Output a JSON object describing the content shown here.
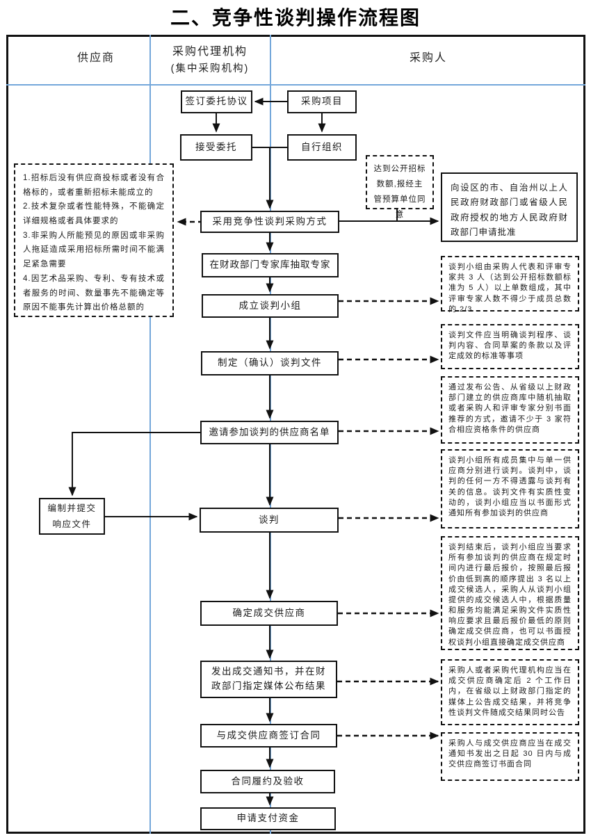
{
  "title": "二、竞争性谈判操作流程图",
  "header": {
    "supplier": "供应商",
    "agency_line1": "采购代理机构",
    "agency_line2": "(集中采购机构)",
    "purchaser": "采购人"
  },
  "colors": {
    "divider_blue": "#74a7da",
    "line_black": "#111111"
  },
  "flow": {
    "sign_agreement": "签订委托协议",
    "procurement_project": "采购项目",
    "accept_entrust": "接受委托",
    "self_organize": "自行组织",
    "adopt_method": "采用竞争性谈判采购方式",
    "extract_experts": "在财政部门专家库抽取专家",
    "form_group": "成立谈判小组",
    "make_documents": "制定（确认）谈判文件",
    "invite_suppliers": "邀请参加谈判的供应商名单",
    "negotiate": "谈判",
    "determine_supplier": "确定成交供应商",
    "issue_notice": "发出成交通知书，并在财政部门指定媒体公布结果",
    "sign_contract": "与成交供应商签订合同",
    "contract_performance": "合同履约及验收",
    "apply_payment": "申请支付资金",
    "prepare_response": "编制并提交响应文件"
  },
  "notes": {
    "threshold": "达到公开招标数额,报经主管预算单位同意",
    "approval": "向设区的市、自治州以上人民政府财政部门或省级人民政府授权的地方人民政府财政部门申请批准",
    "conditions": [
      "1.招标后没有供应商投标或者没有合格标的，或者重新招标未能成立的",
      "2.技术复杂或者性能特殊，不能确定详细规格或者具体要求的",
      "3.非采购人所能预见的原因或非采购人拖延造成采用招标所需时间不能满足紧急需要",
      "4.因艺术品采购、专利、专有技术或者服务的时间、数量事先不能确定等原因不能事先计算出价格总额的"
    ],
    "panel_composition": "谈判小组由采购人代表和评审专家共 3 人（达到公开招标数额标准为 5 人）以上单数组成，其中评审专家人数不得少于成员总数的 2/3",
    "doc_requirements": "谈判文件应当明确谈判程序、谈判内容、合同草案的条款以及评定成效的标准等事项",
    "invitation_method": "通过发布公告、从省级以上财政部门建立的供应商库中随机抽取或者采购人和评审专家分别书面推荐的方式，邀请不少于 3 家符合相应资格条件的供应商",
    "negotiation_rules": "谈判小组所有成员集中与单一供应商分别进行谈判。谈判中，谈判的任何一方不得透露与谈判有关的信息。谈判文件有实质性变动的，谈判小组应当以书面形式通知所有参加谈判的供应商",
    "final_quote": "谈判结束后，谈判小组应当要求所有参加谈判的供应商在规定时间内进行最后报价，按照最后报价由低到高的顺序提出 3 名以上成交候选人，采购人从谈判小组提供的成交候选人中，根据质量和服务均能满足采购文件实质性响应要求且最后报价最低的原则确定成交供应商，也可以书面授权谈判小组直接确定成交供应商",
    "announcement": "采购人或者采购代理机构应当在成交供应商确定后 2 个工作日内，在省级以上财政部门指定的媒体上公告成交结果，并将竞争性谈判文件随成交结果同时公告",
    "contract_deadline": "采购人与成交供应商应当在成交通知书发出之日起 30 日内与成交供应商签订书面合同"
  }
}
